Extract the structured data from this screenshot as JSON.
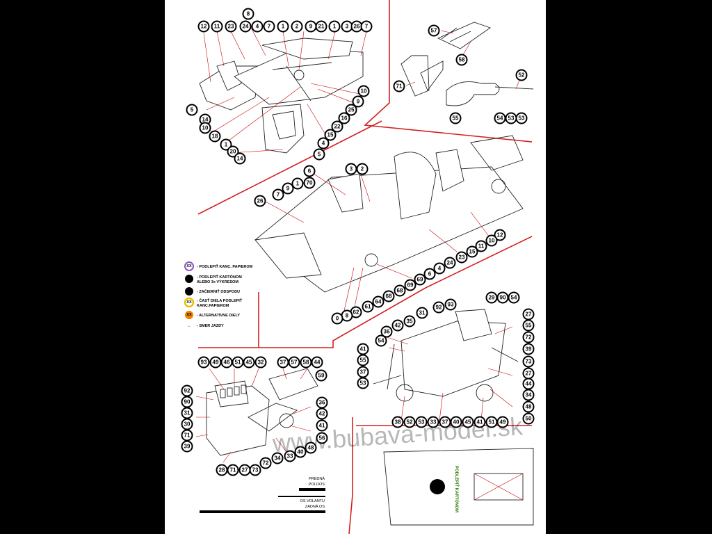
{
  "legend": [
    {
      "marker": "XX",
      "style": "purple",
      "text": "- PODLEPIŤ KANC. PAPIEROM"
    },
    {
      "marker": "",
      "style": "black",
      "text": "- PODLEPIŤ KARTÓNOM"
    },
    {
      "marker": "",
      "style": "black-cont",
      "text": "ALEBO 3x VÝKRESOM"
    },
    {
      "marker": "",
      "style": "black",
      "text": "- ZAČIERNIŤ ODSPODU"
    },
    {
      "marker": "XX",
      "style": "yellow",
      "text": "- ČASŤ DIELA PODLEPIŤ"
    },
    {
      "marker": "",
      "style": "yellow-cont",
      "text": "KANC.PAPIEROM"
    },
    {
      "marker": "XX",
      "style": "orange",
      "text": "- ALTERNATÍVNE DIELY"
    },
    {
      "marker": "←",
      "style": "arrow",
      "text": "- SMER JAZDY"
    }
  ],
  "rulers": [
    {
      "label": "PREDNÁ"
    },
    {
      "label": "POLOOS"
    },
    {
      "label": "OS VOLANTU"
    },
    {
      "label": "ZADNÁ OS"
    }
  ],
  "panel_label": "PODLEPIŤ KARTÓNOM",
  "watermark": "www.bubava-model.sk",
  "colors": {
    "divider": "#d42020",
    "leader": "#cc0000",
    "legend_purple": "#8a55c8",
    "legend_yellow": "#e8c000",
    "legend_orange": "#f08000",
    "panel_text": "#2a7a00"
  },
  "callouts": {
    "top_left": [
      "12",
      "11",
      "23",
      "24",
      "4",
      "7",
      "1",
      "2",
      "9",
      "21",
      "1",
      "3",
      "26",
      "7",
      "8",
      "5",
      "14",
      "10",
      "18",
      "1",
      "20",
      "14",
      "10",
      "9",
      "25",
      "16",
      "22",
      "15",
      "4",
      "5"
    ],
    "top_right": [
      "57",
      "58",
      "71",
      "52",
      "55",
      "54",
      "53",
      "53"
    ],
    "middle": [
      "3",
      "2",
      "1",
      "6",
      "70",
      "9",
      "7",
      "26",
      "12",
      "10",
      "11",
      "15",
      "23",
      "24",
      "4",
      "6",
      "69",
      "69",
      "68",
      "68",
      "64",
      "61",
      "62",
      "8",
      "0"
    ],
    "bottom_right": [
      "29",
      "90",
      "54",
      "92",
      "93",
      "31",
      "35",
      "42",
      "36",
      "54",
      "41",
      "55",
      "37",
      "53",
      "27",
      "55",
      "72",
      "39",
      "73",
      "27",
      "44",
      "34",
      "48",
      "50",
      "38",
      "52",
      "53",
      "33",
      "37",
      "40",
      "45",
      "41",
      "51",
      "49"
    ],
    "bottom_left": [
      "93",
      "49",
      "46",
      "51",
      "45",
      "32",
      "37",
      "57",
      "58",
      "44",
      "59",
      "92",
      "90",
      "31",
      "30",
      "71",
      "39",
      "36",
      "42",
      "41",
      "56",
      "48",
      "40",
      "33",
      "34",
      "72",
      "73",
      "27",
      "71",
      "28"
    ]
  }
}
